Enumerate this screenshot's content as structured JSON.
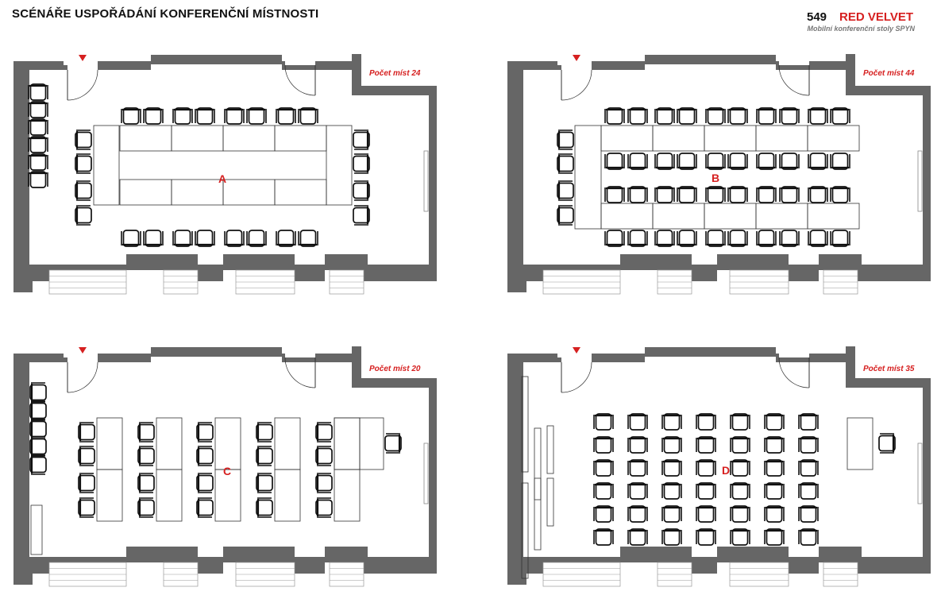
{
  "header": {
    "title": "SCÉNÁŘE USPOŘÁDÁNÍ KONFERENČNÍ MÍSTNOSTI",
    "room_number": "549",
    "room_name": "RED VELVET",
    "furniture_note": "Mobilní konferenční stoly SPYN"
  },
  "colors": {
    "wall": "#666666",
    "accent": "#d62020",
    "line": "#333333",
    "chair": "#111111"
  },
  "scenarios": [
    {
      "id": "A",
      "letter": "A",
      "capacity_label": "Počet míst 24",
      "layout": "boardroom"
    },
    {
      "id": "B",
      "letter": "B",
      "capacity_label": "Počet míst 44",
      "layout": "classroom-rows"
    },
    {
      "id": "C",
      "letter": "C",
      "capacity_label": "Počet míst 20",
      "layout": "classroom-columns"
    },
    {
      "id": "D",
      "letter": "D",
      "capacity_label": "Počet míst 35",
      "layout": "theatre"
    }
  ]
}
